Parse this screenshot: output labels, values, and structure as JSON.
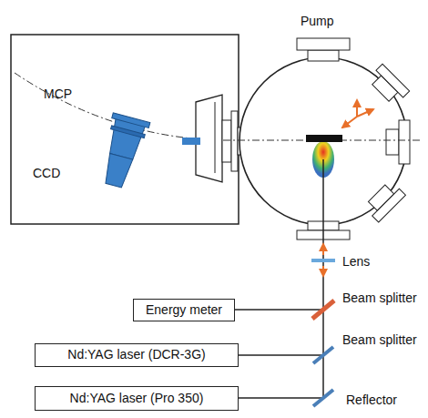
{
  "diagram": {
    "nodes": [
      {
        "text": [
          "Energy meter"
        ]
      },
      {
        "text": [
          "Nd:YAG laser (DCR-3G)"
        ]
      },
      {
        "text": [
          "Nd:YAG laser (Pro 350)"
        ]
      }
    ],
    "labels": [
      "MCP",
      "CCD",
      "Pump",
      "Lens",
      "Beam splitter",
      "Beam splitter",
      "Reflector"
    ]
  }
}
